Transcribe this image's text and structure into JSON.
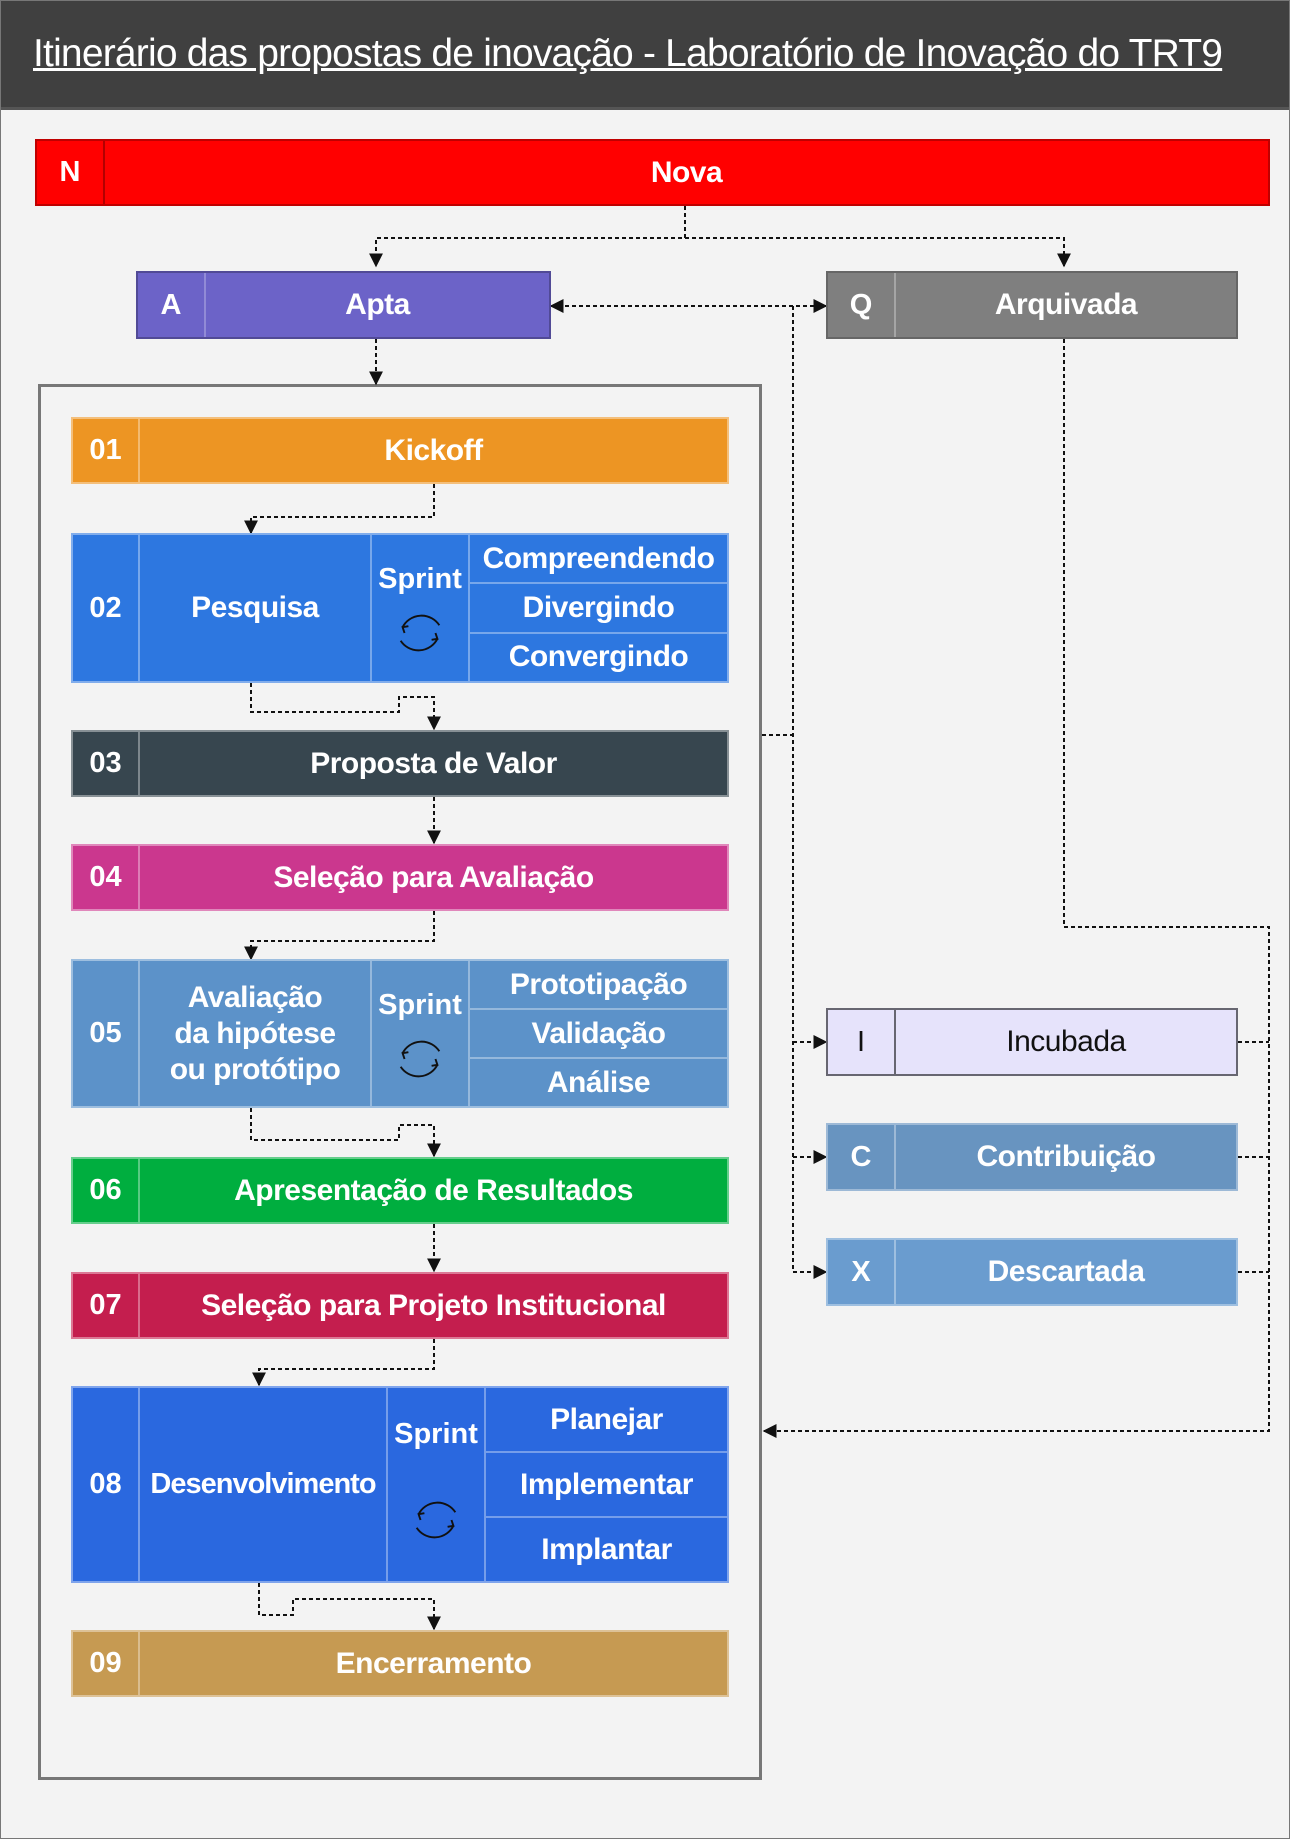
{
  "title": "Itinerário das propostas de inovação - Laboratório de Inovação do TRT9",
  "sprint_label": "Sprint",
  "statuses": {
    "nova": {
      "code": "N",
      "label": "Nova",
      "color": "#ff0000"
    },
    "apta": {
      "code": "A",
      "label": "Apta",
      "color": "#6c63c8"
    },
    "arquivada": {
      "code": "Q",
      "label": "Arquivada",
      "color": "#7f7f7f"
    },
    "incubada": {
      "code": "I",
      "label": "Incubada",
      "color": "#e6e3fb"
    },
    "contribuicao": {
      "code": "C",
      "label": "Contribuição",
      "color": "#6894c0"
    },
    "descartada": {
      "code": "X",
      "label": "Descartada",
      "color": "#6a9ccf"
    }
  },
  "stages": [
    {
      "code": "01",
      "label": "Kickoff",
      "color": "#ed9523"
    },
    {
      "code": "02",
      "label": "Pesquisa",
      "color": "#2d77e0",
      "substeps": [
        "Compreendendo",
        "Divergindo",
        "Convergindo"
      ]
    },
    {
      "code": "03",
      "label": "Proposta de Valor",
      "color": "#37464f"
    },
    {
      "code": "04",
      "label": "Seleção para Avaliação",
      "color": "#cb378e"
    },
    {
      "code": "05",
      "label": "Avaliação da hipótese ou protótipo",
      "label_lines": [
        "Avaliação",
        "da hipótese",
        "ou protótipo"
      ],
      "color": "#5c92c9",
      "substeps": [
        "Prototipação",
        "Validação",
        "Análise"
      ]
    },
    {
      "code": "06",
      "label": "Apresentação de Resultados",
      "color": "#00ae3f"
    },
    {
      "code": "07",
      "label": "Seleção para Projeto Institucional",
      "color": "#c41e4e"
    },
    {
      "code": "08",
      "label": "Desenvolvimento",
      "color": "#2a68df",
      "substeps": [
        "Planejar",
        "Implementar",
        "Implantar"
      ]
    },
    {
      "code": "09",
      "label": "Encerramento",
      "color": "#c69a52"
    }
  ]
}
